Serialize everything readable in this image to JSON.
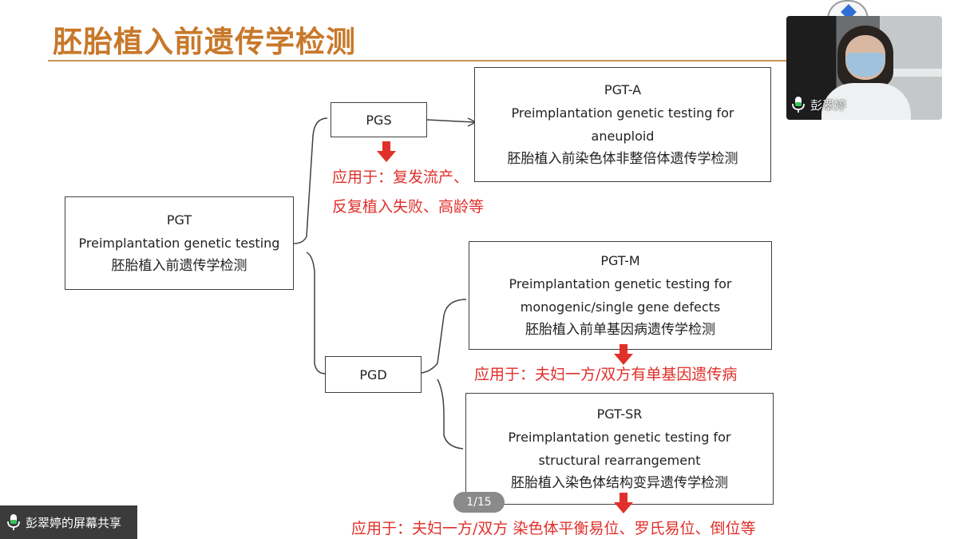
{
  "slide": {
    "title": "胚胎植入前遗传学检测",
    "pgt": {
      "code": "PGT",
      "en": "Preimplantation genetic testing",
      "cn": "胚胎植入前遗传学检测"
    },
    "pgs": {
      "label": "PGS"
    },
    "pgd": {
      "label": "PGD"
    },
    "pgt_a": {
      "code": "PGT-A",
      "en_line1": "Preimplantation genetic testing for",
      "en_line2": "aneuploid",
      "cn": "胚胎植入前染色体非整倍体遗传学检测"
    },
    "pgt_m": {
      "code": "PGT-M",
      "en_line1": "Preimplantation genetic testing for",
      "en_line2": "monogenic/single gene defects",
      "cn": "胚胎植入前单基因病遗传学检测"
    },
    "pgt_sr": {
      "code": "PGT-SR",
      "en_line1": "Preimplantation genetic testing for",
      "en_line2": "structural rearrangement",
      "cn": "胚胎植入染色体结构变异遗传学检测"
    },
    "notes": {
      "pgs_line1": "应用于：复发流产、",
      "pgs_line2": "反复植入失败、高龄等",
      "pgt_m": "应用于：夫妇一方/双方有单基因遗传病",
      "pgt_sr": "应用于：夫妇一方/双方 染色体平衡易位、罗氏易位、倒位等"
    },
    "accent_color": "#c8782a",
    "note_color": "#e0302a"
  },
  "meeting": {
    "participant_name": "彭翠婷",
    "share_banner": "彭翠婷的屏幕共享",
    "page_indicator": "1/15"
  }
}
